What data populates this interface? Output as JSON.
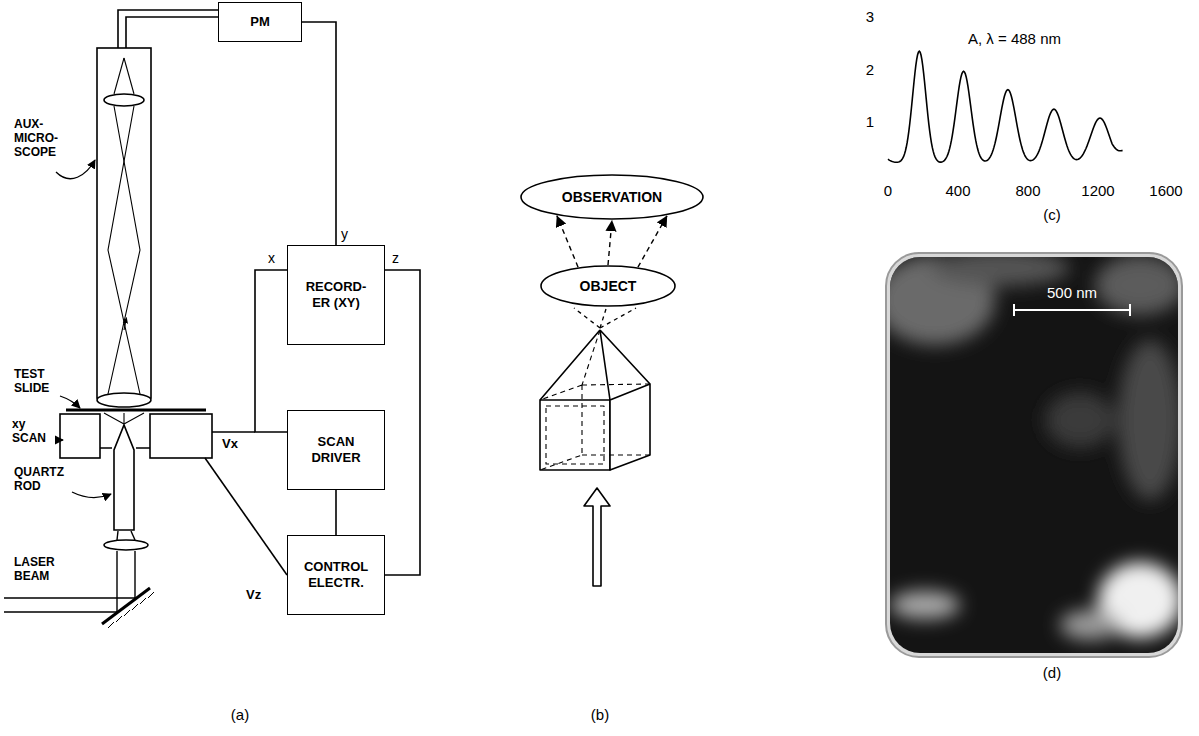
{
  "diagram": {
    "nodes": [
      {
        "text": [
          "PM"
        ]
      },
      {
        "text": [
          "RECORD- ER (XY)"
        ]
      },
      {
        "text": [
          "SCAN DRIVER"
        ]
      },
      {
        "text": [
          "CONTROL ELECTR."
        ]
      },
      {
        "text": [
          "OBSERVATION"
        ]
      },
      {
        "text": [
          "OBJECT"
        ]
      }
    ],
    "edges": [
      {
        "from": 0,
        "to": 1,
        "arrow": "none"
      },
      {
        "from": 1,
        "to": 2,
        "arrow": "none"
      },
      {
        "from": 1,
        "to": 3,
        "arrow": "none"
      },
      {
        "from": 2,
        "to": 3,
        "arrow": "none"
      },
      {
        "from": 5,
        "to": 4,
        "arrow": "to"
      },
      {
        "from": 5,
        "to": 4,
        "arrow": "to"
      },
      {
        "from": 5,
        "to": 4,
        "arrow": "to"
      }
    ],
    "labels": [
      "AUX- MICRO- SCOPE",
      "TEST SLIDE",
      "xy SCAN",
      "QUARTZ ROD",
      "LASER BEAM",
      "y",
      "x",
      "z",
      "Vx",
      "Vz",
      "(a)",
      "(b)",
      "3",
      "2",
      "1",
      "0",
      "400",
      "800",
      "1200",
      "1600",
      "A, λ = 488 nm",
      "(c)",
      "500 nm",
      "(d)"
    ]
  }
}
